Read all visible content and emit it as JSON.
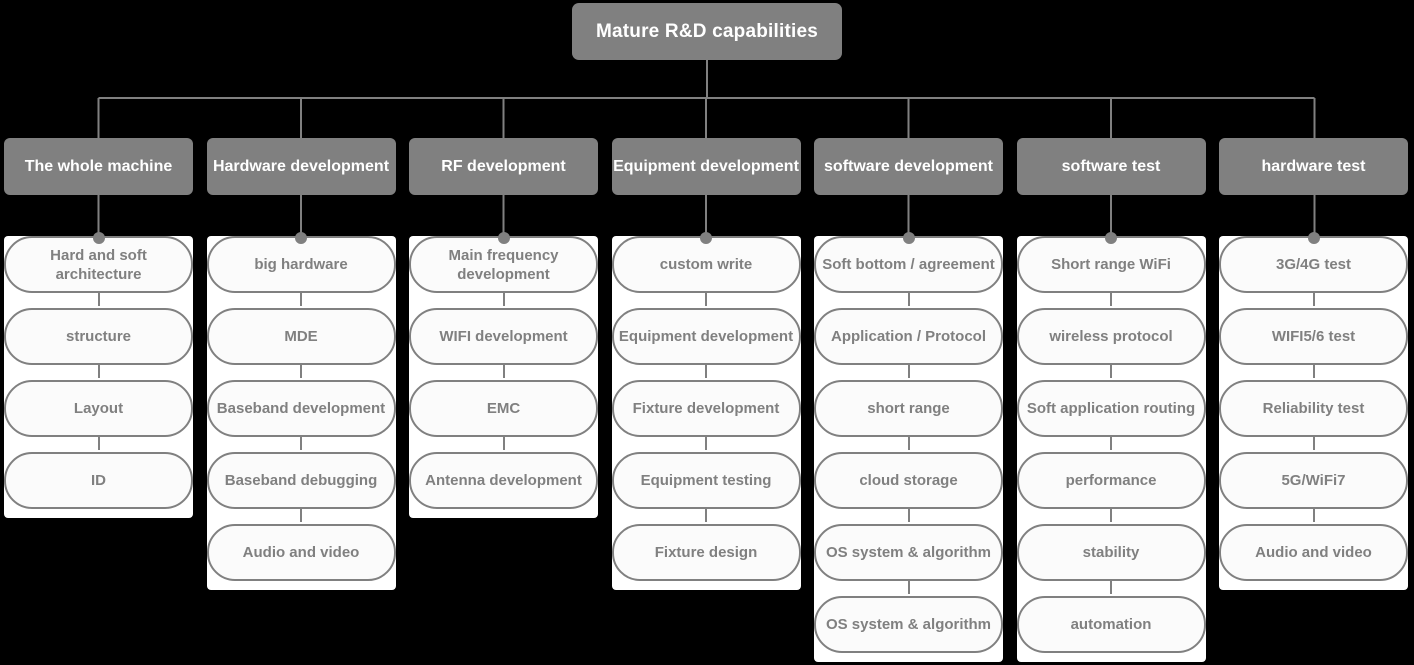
{
  "diagram": {
    "title": "Mature R&D capabilities",
    "root": {
      "label": "Mature R&D capabilities"
    },
    "colors": {
      "background": "#000000",
      "node_fill": "#808080",
      "node_text": "#ffffff",
      "leaf_fill": "#fbfbfb",
      "leaf_border": "#808080",
      "leaf_text": "#808080",
      "panel": "#ffffff",
      "connector": "#808080"
    },
    "columns": [
      {
        "header": "The whole machine",
        "items": [
          "Hard and soft architecture",
          "structure",
          "Layout",
          "ID"
        ]
      },
      {
        "header": "Hardware development",
        "items": [
          "big hardware",
          "MDE",
          "Baseband development",
          "Baseband debugging",
          "Audio and video"
        ]
      },
      {
        "header": "RF development",
        "items": [
          "Main frequency development",
          "WIFI development",
          "EMC",
          "Antenna development"
        ]
      },
      {
        "header": "Equipment development",
        "items": [
          "custom write",
          "Equipment development",
          "Fixture development",
          "Equipment testing",
          "Fixture design"
        ]
      },
      {
        "header": "software development",
        "items": [
          "Soft bottom / agreement",
          "Application / Protocol",
          "short range",
          "cloud storage",
          "OS system & algorithm",
          "OS system & algorithm"
        ]
      },
      {
        "header": "software test",
        "items": [
          "Short range WiFi",
          "wireless protocol",
          "Soft application routing",
          "performance",
          "stability",
          "automation"
        ]
      },
      {
        "header": "hardware test",
        "items": [
          "3G/4G test",
          "WIFI5/6 test",
          "Reliability test",
          "5G/WiFi7",
          "Audio and video"
        ]
      }
    ]
  }
}
